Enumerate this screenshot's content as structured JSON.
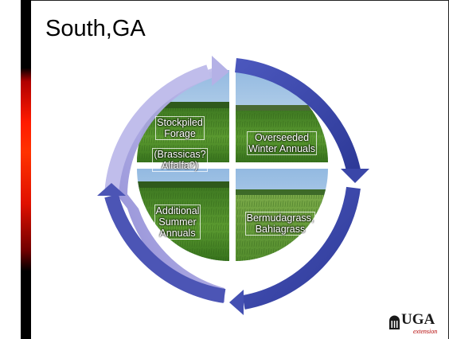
{
  "slide": {
    "title": "South,GA"
  },
  "quadrants": {
    "top_left": {
      "line1": "Stockpiled",
      "line2": "Forage",
      "line3": "(Brassicas?",
      "line4": "Alfalfa?)"
    },
    "top_right": {
      "line1": "Overseeded",
      "line2": "Winter Annuals"
    },
    "bottom_left": {
      "line1": "Additional",
      "line2": "Summer",
      "line3": "Annuals"
    },
    "bottom_right": {
      "line1": "Bermudagrass,",
      "line2": "Bahiagrass"
    }
  },
  "logo": {
    "text": "UGA",
    "subtext": "extension"
  },
  "colors": {
    "arrow_dark": "#3a45a8",
    "arrow_light": "#a9a6e0",
    "sky": "#a9c9e8",
    "grass": "#4f8a2a",
    "side_bar": "#ff2a00"
  }
}
